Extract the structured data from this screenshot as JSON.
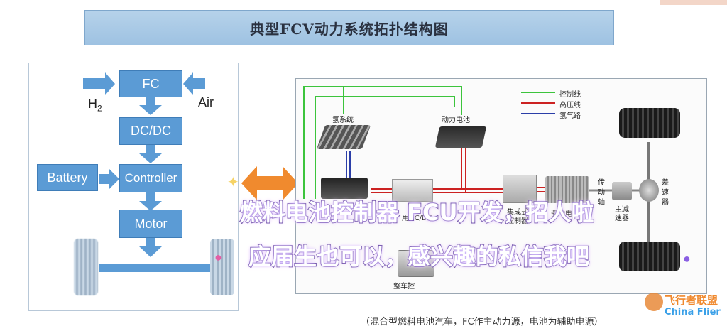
{
  "title": "典型FCV动力系统拓扑结构图",
  "left_diagram": {
    "fc": "FC",
    "h2": "H",
    "h2_sub": "2",
    "air": "Air",
    "dcdc": "DC/DC",
    "battery": "Battery",
    "controller": "Controller",
    "motor": "Motor"
  },
  "legend": {
    "control_line": "控制线",
    "hv_line": "高压线",
    "hydrogen_line": "氢气路"
  },
  "components": {
    "hydrogen_system": "氢系统",
    "power_battery": "动力电池",
    "dcdc_partial": "用DC/DC",
    "integrated_controller_a": "集成式",
    "integrated_controller_b": "控制器",
    "drive_motor": "驱动电机",
    "transmission_a": "传",
    "transmission_b": "动",
    "transmission_c": "轴",
    "main_reducer_a": "主减",
    "main_reducer_b": "速器",
    "differential_a": "差",
    "differential_b": "速",
    "differential_c": "器",
    "controller_partial": "整车控"
  },
  "overlay": {
    "line1": "燃料电池控制器 FCU开发，招人啦",
    "line2": "应届生也可以，感兴趣的私信我吧"
  },
  "caption": "（混合型燃料电池汽车，FC作主动力源，电池为辅助电源）",
  "watermark": {
    "line1": "飞行者联盟",
    "line2": "China Flier"
  },
  "colors": {
    "control_line": "#3cc43c",
    "hv_line": "#cc2222",
    "hydrogen_line": "#2b3ea8",
    "block": "#5b9bd5",
    "orange": "#f08a2e"
  }
}
